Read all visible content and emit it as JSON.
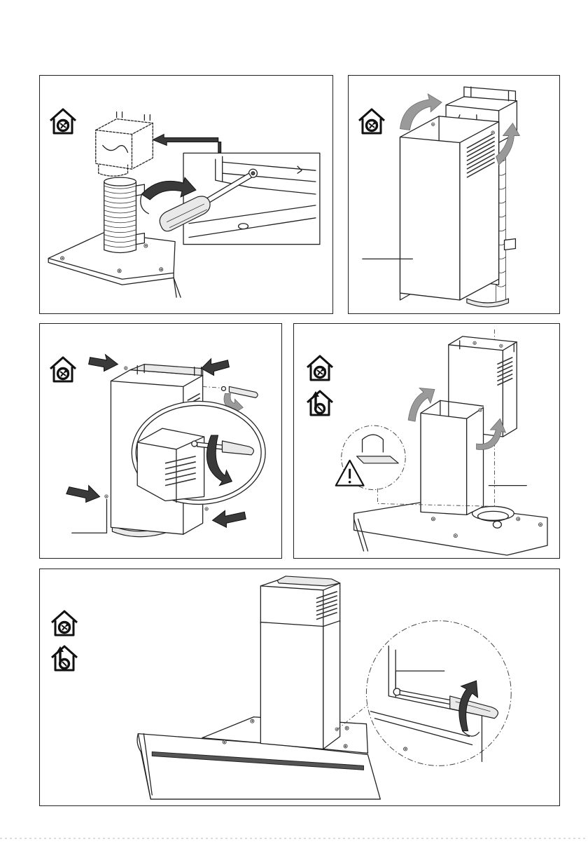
{
  "panels": [
    {
      "id": "p1",
      "icons": [
        "recirculation-house-icon"
      ]
    },
    {
      "id": "p2",
      "icons": [
        "recirculation-house-icon"
      ]
    },
    {
      "id": "p3",
      "icons": [
        "recirculation-house-icon"
      ]
    },
    {
      "id": "p4",
      "icons": [
        "recirculation-house-icon",
        "extraction-house-icon"
      ],
      "warning": "warning-triangle-icon"
    },
    {
      "id": "p5",
      "icons": [
        "recirculation-house-icon",
        "extraction-house-icon"
      ]
    }
  ],
  "colors": {
    "line": "#222222",
    "arrow_dark": "#3a3a3a",
    "arrow_grey": "#9a9a9a",
    "background": "#ffffff"
  }
}
